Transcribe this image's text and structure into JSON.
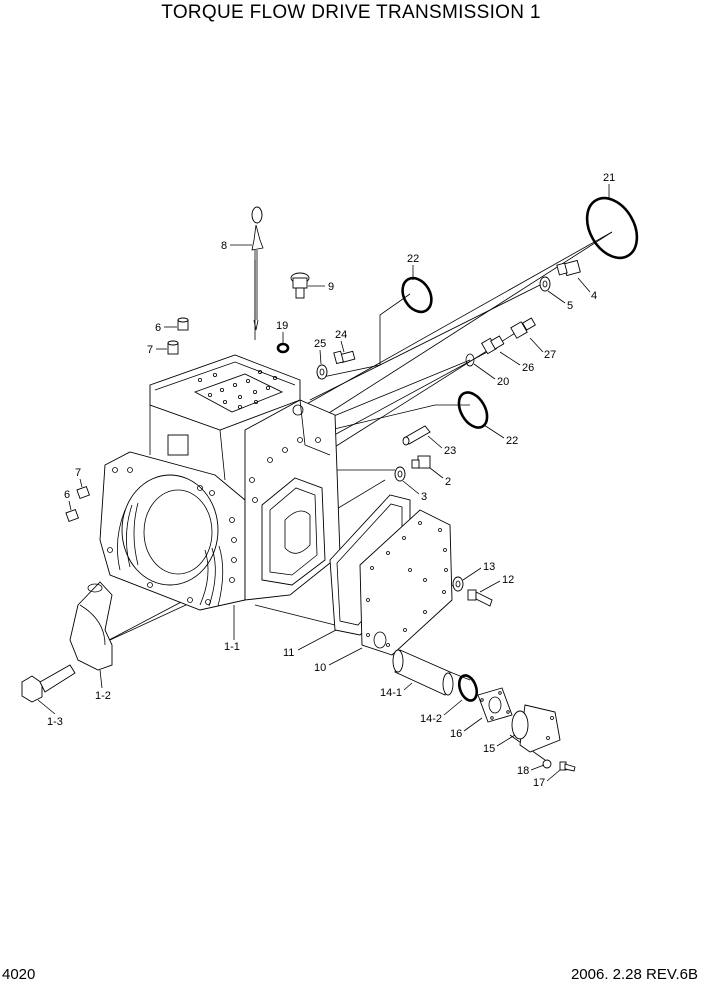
{
  "header": {
    "title": "TORQUE FLOW DRIVE TRANSMISSION 1"
  },
  "footer": {
    "page_number": "4020",
    "revision": "2006. 2.28 REV.6B"
  },
  "callouts": {
    "c21": "21",
    "c22a": "22",
    "c22b": "22",
    "c8": "8",
    "c9": "9",
    "c4": "4",
    "c5": "5",
    "c19": "19",
    "c24": "24",
    "c25": "25",
    "c6a": "6",
    "c7a": "7",
    "c27": "27",
    "c26": "26",
    "c20": "20",
    "c23": "23",
    "c2": "2",
    "c3": "3",
    "c7b": "7",
    "c6b": "6",
    "c13": "13",
    "c12": "12",
    "c11": "11",
    "c10": "10",
    "c1_1": "1-1",
    "c1_2": "1-2",
    "c1_3": "1-3",
    "c14_1": "14-1",
    "c14_2": "14-2",
    "c16": "16",
    "c15": "15",
    "c18": "18",
    "c17": "17"
  }
}
